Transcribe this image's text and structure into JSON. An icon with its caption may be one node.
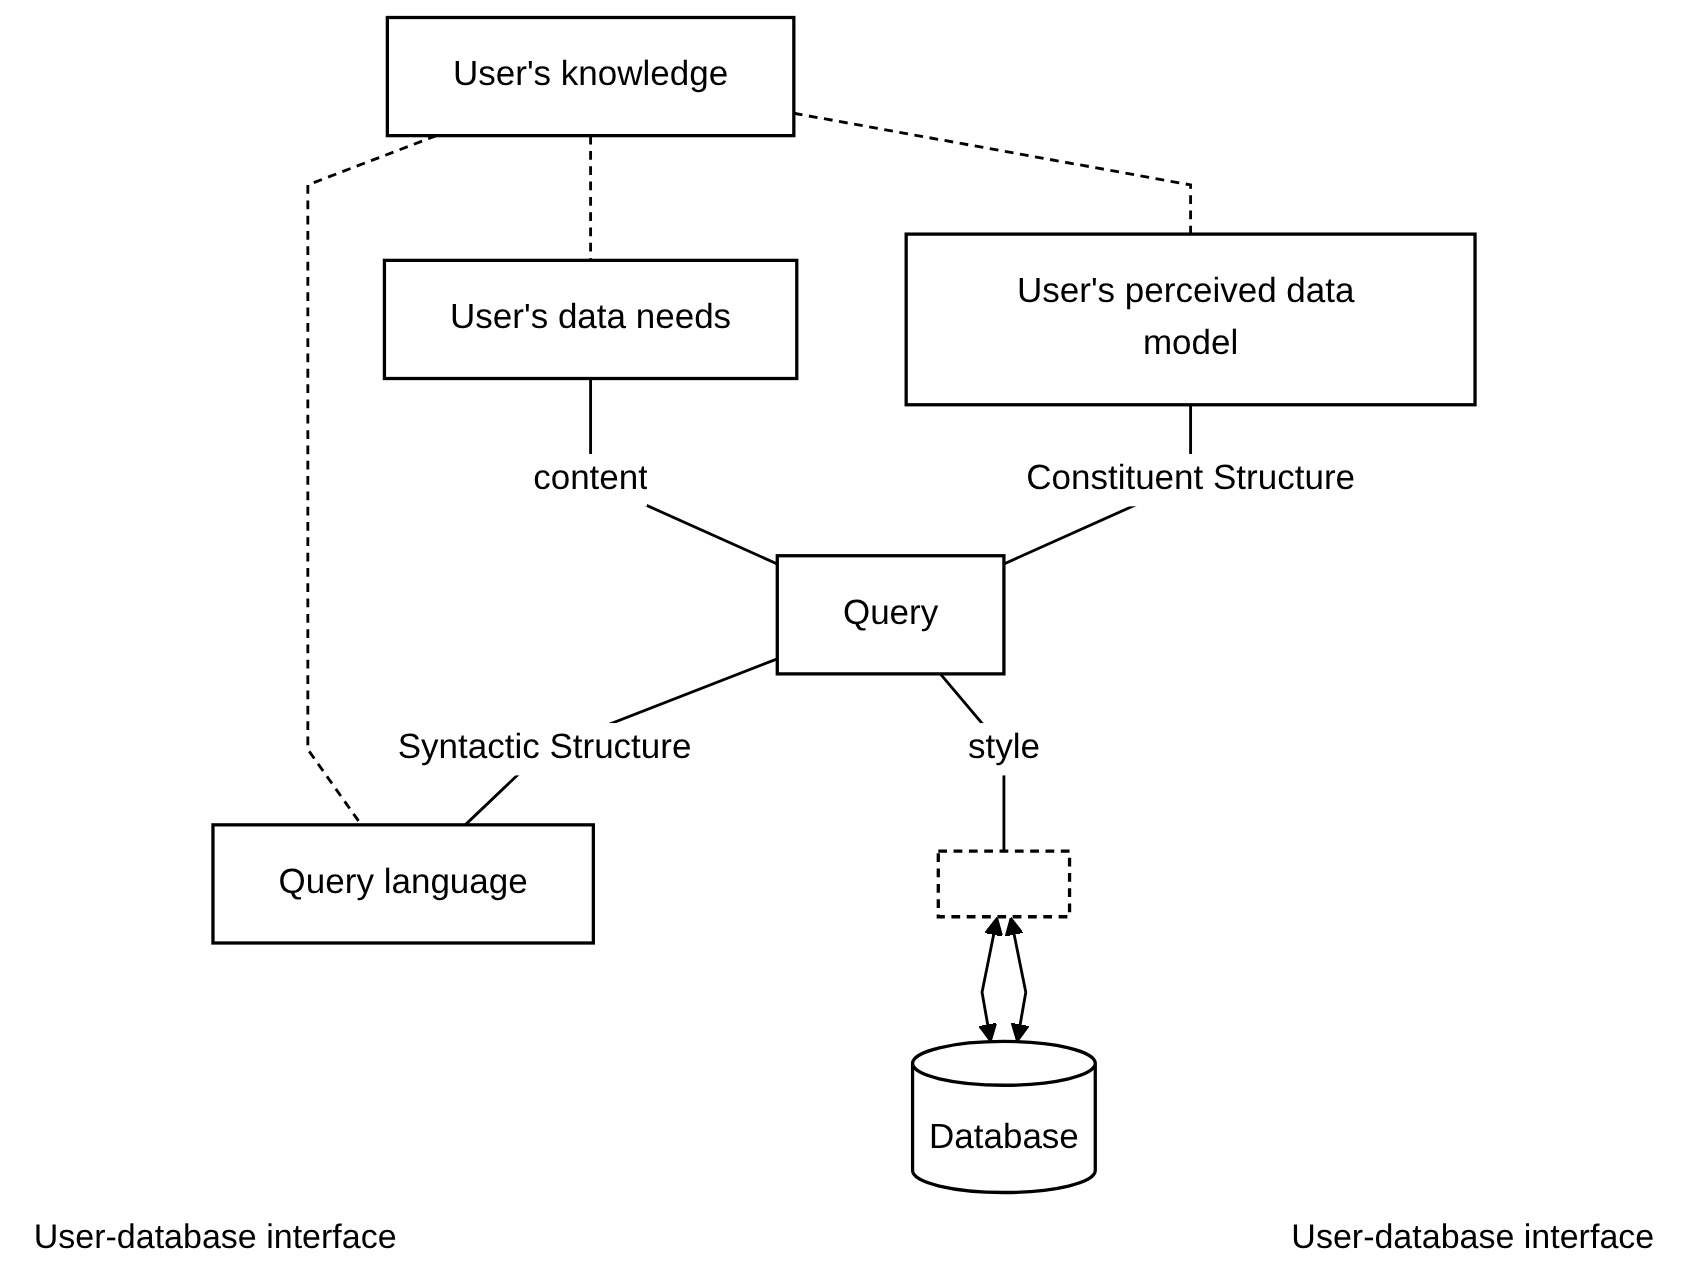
{
  "diagram": {
    "nodes": [
      {
        "text": [
          "User's knowledge"
        ]
      },
      {
        "text": [
          "User's data needs"
        ]
      },
      {
        "text": [
          "User's perceived data model"
        ]
      },
      {
        "text": [
          "Query"
        ]
      },
      {
        "text": [
          "Query language"
        ]
      },
      {
        "text": [],
        "shape": "line"
      },
      {
        "text": [
          "Database"
        ]
      }
    ],
    "edges": [
      {
        "from": 0,
        "to": 2,
        "arrow": "none",
        "style": "dashed"
      },
      {
        "from": 0,
        "to": 1,
        "arrow": "none",
        "style": "dashed"
      },
      {
        "from": 0,
        "to": 4,
        "arrow": "none",
        "style": "dashed"
      },
      {
        "from": 1,
        "to": 3,
        "arrow": "none",
        "label": "content"
      },
      {
        "from": 2,
        "to": 3,
        "arrow": "none",
        "label": "Constituent Structure"
      },
      {
        "from": 3,
        "to": 4,
        "arrow": "none",
        "label": "Syntactic Structure"
      },
      {
        "from": 3,
        "to": 5,
        "arrow": "none",
        "label": "style"
      },
      {
        "from": 5,
        "to": 6,
        "arrow": "both"
      },
      {
        "from": 5,
        "to": 6,
        "arrow": "both"
      }
    ],
    "labels": [
      "User-database interface",
      "User-database interface"
    ]
  }
}
